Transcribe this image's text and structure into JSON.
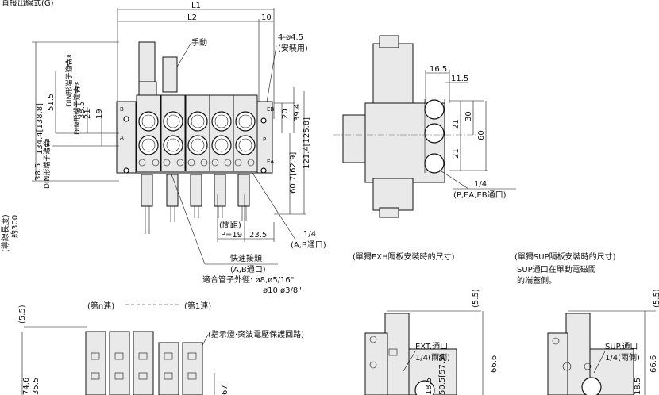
{
  "title_partial": "直接出線式(G)",
  "dims": {
    "L1": "L1",
    "L2": "L2",
    "d10": "10",
    "hole": "4-ø4.5",
    "hole_note": "(安裝用)",
    "manual": "手動",
    "d51_5": "51.5",
    "d52_8": "52.8",
    "din_a": "DIN形端子適合",
    "d39_8a": "39.8",
    "d38_5a": "38.5",
    "d21a": "21",
    "d19": "19",
    "d134": "134.4[138.8]",
    "d38_5b": "38.5",
    "din_b": "DIN形端子適合",
    "d39_8b": "39.8",
    "d20": "20",
    "d39_4": "39.4",
    "d121": "121.4[125.8]",
    "d60_7": "60.7[62.9]",
    "lead": "(導線長度)",
    "d300": "約300",
    "pitch_label": "(間距)",
    "pitch": "P=19",
    "d23_5": "23.5",
    "ab_port": "1/4",
    "ab_port_note": "(A,B通口)",
    "quick": "快速接頭",
    "quick_note": "(A,B通口)",
    "tube": "適合管子外徑: ø8,ø5/16\"",
    "tube2": "ø10,ø3/8\"",
    "mark_p": "P",
    "mark_eb": "EB",
    "mark_ea": "EA",
    "mark_a": "A",
    "mark_b": "B"
  },
  "side_view": {
    "d16_5": "16.5",
    "d11_5": "11.5",
    "d21a": "21",
    "d30": "30",
    "d21b": "21",
    "d60": "60",
    "port": "1/4",
    "port_note": "(P,EA,EB通口)"
  },
  "bottom": {
    "nth": "(第n連)",
    "first": "(第1連)",
    "indicator": "(指示燈·突波電壓保護回路)",
    "d5_5": "(5.5)",
    "d74_6": "74.6",
    "d35_5": "35.5",
    "d67": "67"
  },
  "exh": {
    "heading": "(單獨EXH隔板安裝時的尺寸)",
    "d5_5": "(5.5)",
    "ext": "EXT.通口",
    "ext2": "1/4(兩側)",
    "d66_6": "66.6",
    "d50_5": "50.5[57.5]",
    "d18_5": "18.5"
  },
  "sup": {
    "heading": "(單獨SUP隔板安裝時的尺寸)",
    "note1": "SUP通口在單動電磁閥",
    "note2": "的端蓋側。",
    "d5_5": "(5.5)",
    "ext": "SUP.通口",
    "ext2": "1/4(兩側)",
    "d66_6": "66.6",
    "d18_5": "18.5"
  }
}
